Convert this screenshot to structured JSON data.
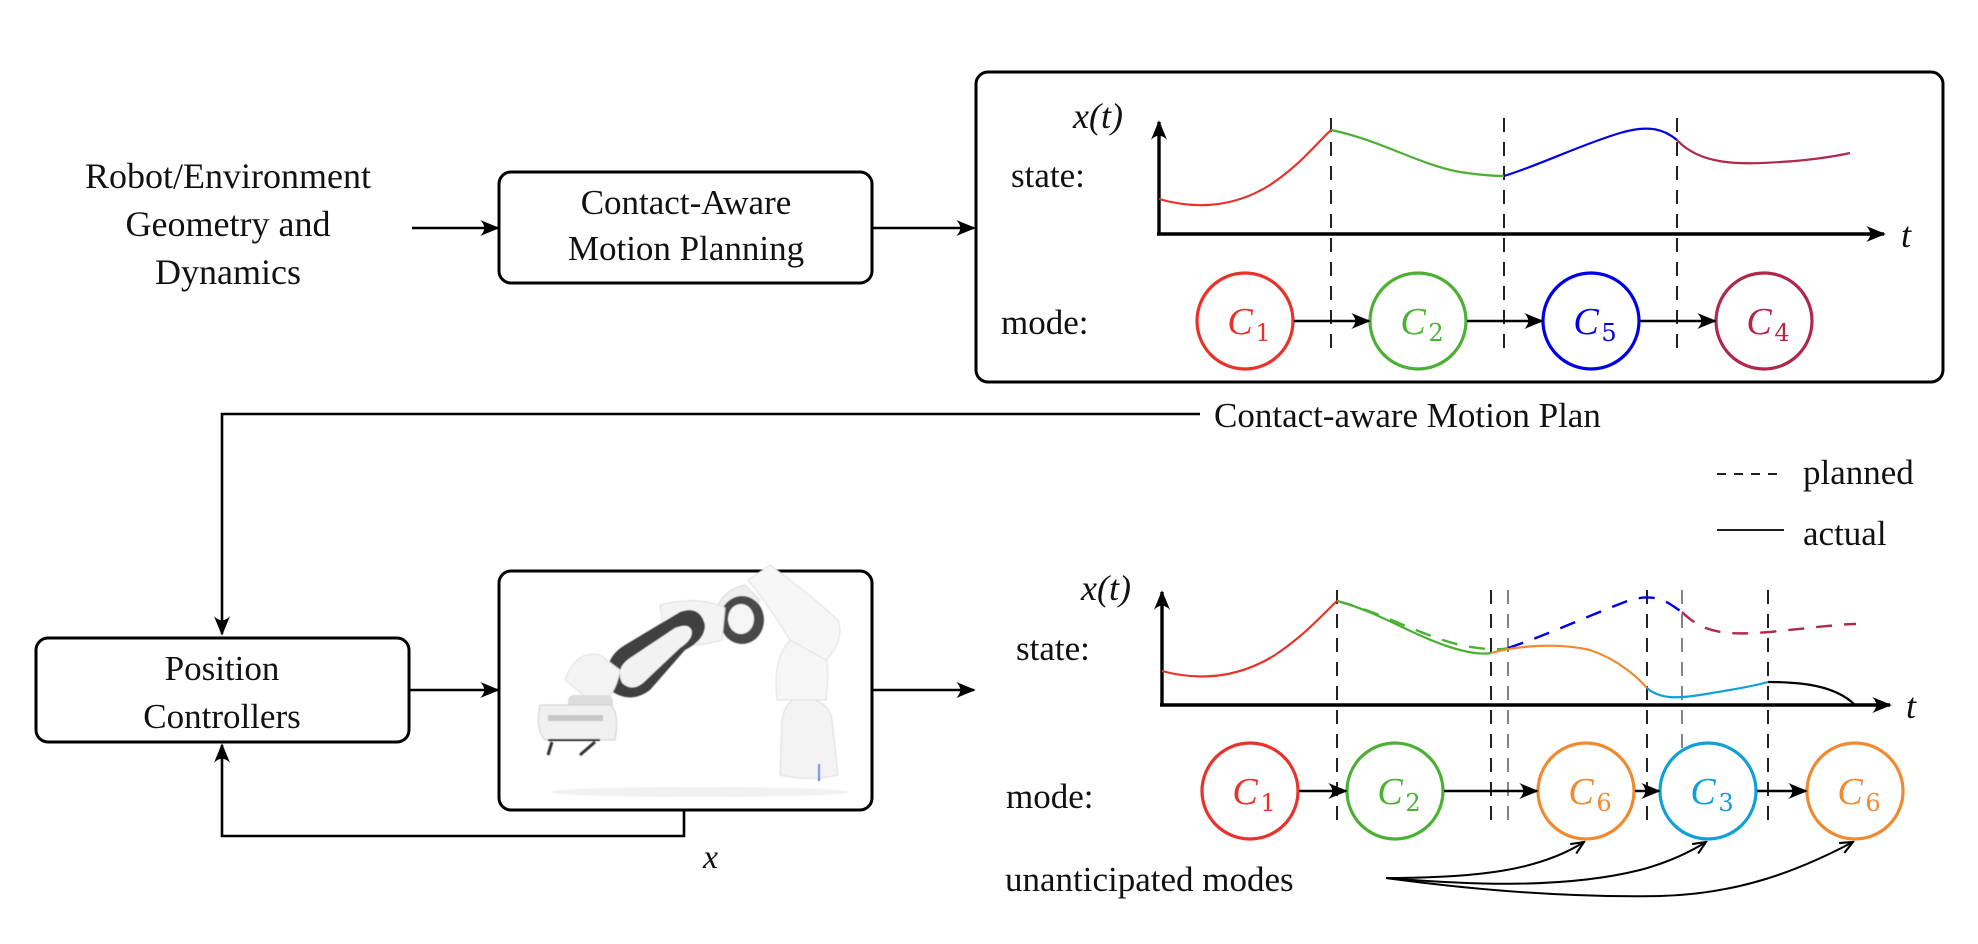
{
  "input_label": [
    "Robot/Environment",
    "Geometry and",
    "Dynamics"
  ],
  "planner_box": [
    "Contact-Aware",
    "Motion Planning"
  ],
  "plan_label": "Contact-aware Motion Plan",
  "controller_box": [
    "Position",
    "Controllers"
  ],
  "robot_image": {
    "alt": "robot-arm"
  },
  "feedback_label": "x",
  "colors": {
    "C1": "#e8322a",
    "C2": "#4cb034",
    "C5": "#0000e8",
    "C4": "#b0284a",
    "C6": "#f08a30",
    "C3": "#0fa0d8",
    "black": "#000000"
  },
  "top_panel": {
    "y_label": "x(t)",
    "x_label": "t",
    "state_label": "state:",
    "mode_label": "mode:",
    "modes": [
      {
        "name": "C",
        "sub": "1",
        "color_key": "C1"
      },
      {
        "name": "C",
        "sub": "2",
        "color_key": "C2"
      },
      {
        "name": "C",
        "sub": "5",
        "color_key": "C5"
      },
      {
        "name": "C",
        "sub": "4",
        "color_key": "C4"
      }
    ]
  },
  "bottom_panel": {
    "y_label": "x(t)",
    "x_label": "t",
    "state_label": "state:",
    "mode_label": "mode:",
    "modes": [
      {
        "name": "C",
        "sub": "1",
        "color_key": "C1"
      },
      {
        "name": "C",
        "sub": "2",
        "color_key": "C2"
      },
      {
        "name": "C",
        "sub": "6",
        "color_key": "C6"
      },
      {
        "name": "C",
        "sub": "3",
        "color_key": "C3"
      },
      {
        "name": "C",
        "sub": "6",
        "color_key": "C6"
      }
    ],
    "unanticipated_label": "unanticipated modes"
  },
  "legend": {
    "planned": "planned",
    "actual": "actual"
  }
}
